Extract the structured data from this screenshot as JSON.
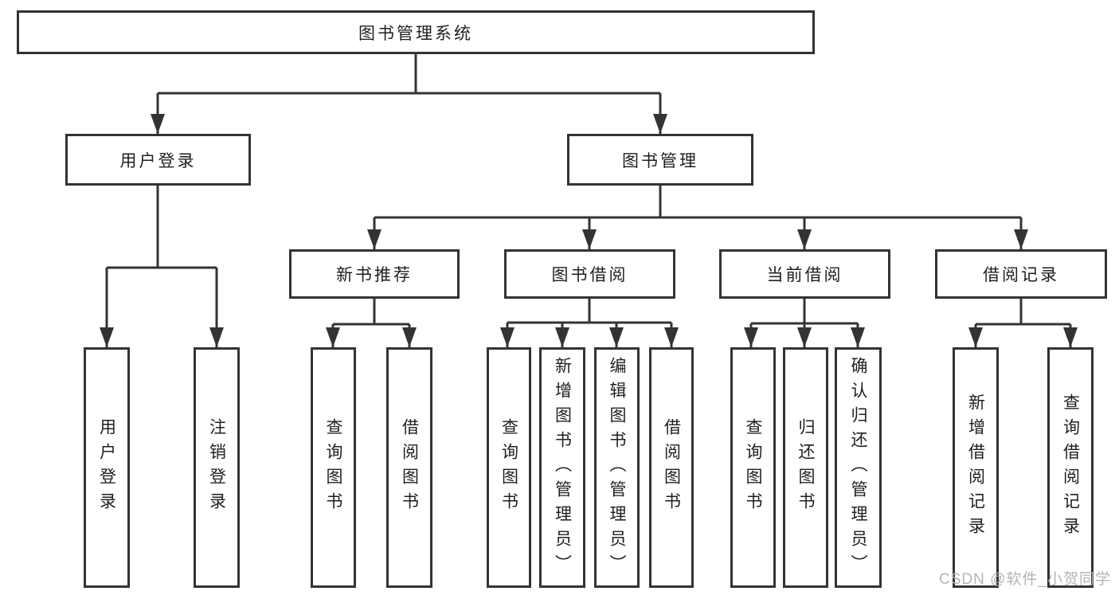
{
  "diagram": {
    "root": {
      "label": "图书管理系统",
      "children": [
        {
          "label": "用户登录",
          "children": [
            {
              "label": "用户登录"
            },
            {
              "label": "注销登录"
            }
          ]
        },
        {
          "label": "图书管理",
          "children": [
            {
              "label": "新书推荐",
              "children": [
                {
                  "label": "查询图书"
                },
                {
                  "label": "借阅图书"
                }
              ]
            },
            {
              "label": "图书借阅",
              "children": [
                {
                  "label": "查询图书"
                },
                {
                  "label": "新增图书（管理员）"
                },
                {
                  "label": "编辑图书（管理员）"
                },
                {
                  "label": "借阅图书"
                }
              ]
            },
            {
              "label": "当前借阅",
              "children": [
                {
                  "label": "查询图书"
                },
                {
                  "label": "归还图书"
                },
                {
                  "label": "确认归还（管理员）"
                }
              ]
            },
            {
              "label": "借阅记录",
              "children": [
                {
                  "label": "新增借阅记录"
                },
                {
                  "label": "查询借阅记录"
                }
              ]
            }
          ]
        }
      ]
    }
  },
  "watermark": {
    "text": "CSDN @软件_小贺同学"
  },
  "colors": {
    "line": "#333333",
    "text": "#1f1f1f",
    "watermark": "#aeb1b6",
    "background": "#ffffff"
  }
}
